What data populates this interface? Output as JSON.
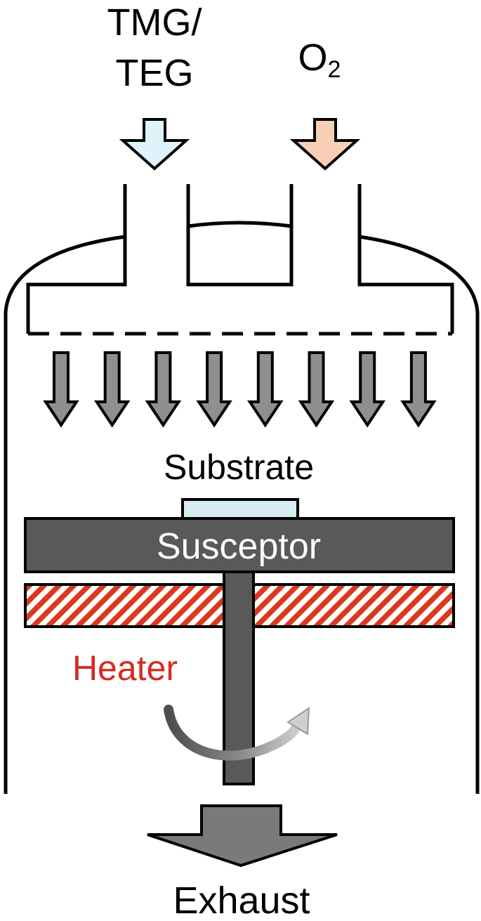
{
  "inputs": {
    "precursor_line1": "TMG/",
    "precursor_line2": "TEG",
    "oxidant_base": "O",
    "oxidant_subscript": "2"
  },
  "labels": {
    "substrate": "Substrate",
    "susceptor": "Susceptor",
    "heater": "Heater",
    "exhaust": "Exhaust"
  },
  "colors": {
    "precursor_arrow": "#dff4fa",
    "oxidant_arrow": "#f8cfb4",
    "flow_arrow": "#8f8f8f",
    "susceptor": "#595959",
    "substrate": "#d6ecf0",
    "heater_stripe": "#d93a1e",
    "heater_label": "#d52b1e",
    "exhaust_arrow": "#7a7a7a"
  },
  "icons": {
    "rotation": "curved-rotation-arrow-icon"
  }
}
